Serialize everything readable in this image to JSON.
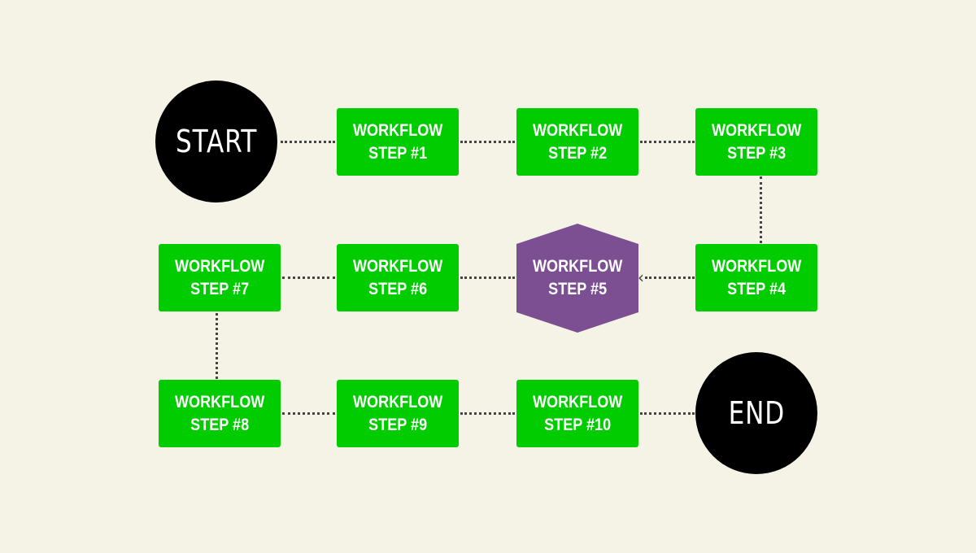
{
  "diagram": {
    "start": "START",
    "end": "END",
    "steps": [
      "WORKFLOW\nSTEP #1",
      "WORKFLOW\nSTEP #2",
      "WORKFLOW\nSTEP #3",
      "WORKFLOW\nSTEP #4",
      "WORKFLOW\nSTEP #5",
      "WORKFLOW\nSTEP #6",
      "WORKFLOW\nSTEP #7",
      "WORKFLOW\nSTEP #8",
      "WORKFLOW\nSTEP #9",
      "WORKFLOW\nSTEP #10"
    ],
    "colors": {
      "background": "#f5f2e6",
      "terminal": "#000000",
      "step": "#00cc00",
      "highlight_step": "#7b4f91",
      "connector": "#444444"
    }
  }
}
